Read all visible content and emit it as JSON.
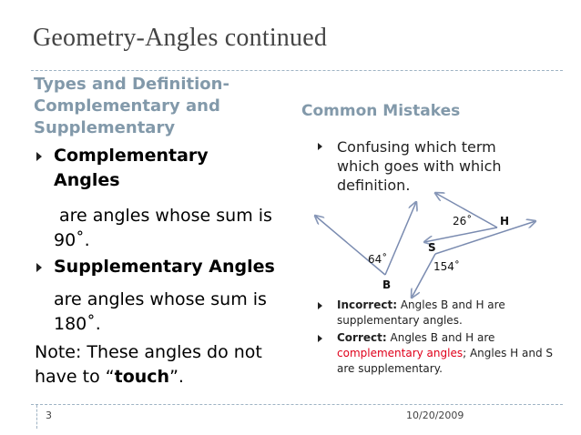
{
  "title": "Geometry-Angles continued",
  "left": {
    "heading": "Types and Definition- Complementary and Supplementary",
    "items": [
      {
        "term": "Complementary Angles",
        "definition": "are angles whose sum is 90˚."
      },
      {
        "term": "Supplementary Angles",
        "definition": "are angles whose sum is 180˚."
      }
    ],
    "note_prefix": "Note: These angles do not have to “",
    "note_bold": "touch",
    "note_suffix": "”."
  },
  "right": {
    "heading": "Common Mistakes",
    "intro": "Confusing which term which goes with which definition.",
    "incorrect_label": "Incorrect:",
    "incorrect_text": " Angles B and H are supplementary angles.",
    "correct_label": "Correct:",
    "correct_text_1": " Angles B and H are ",
    "correct_red": "complementary angles",
    "correct_text_2": "; Angles H and S are supplementary."
  },
  "diagram": {
    "angle_b_label": "B",
    "angle_b_value": "64˚",
    "angle_h_label": "H",
    "angle_h_value": "26˚",
    "angle_s_label": "S",
    "angle_s_value": "154˚"
  },
  "footer": {
    "page_number": "3",
    "date": "10/20/2009"
  }
}
